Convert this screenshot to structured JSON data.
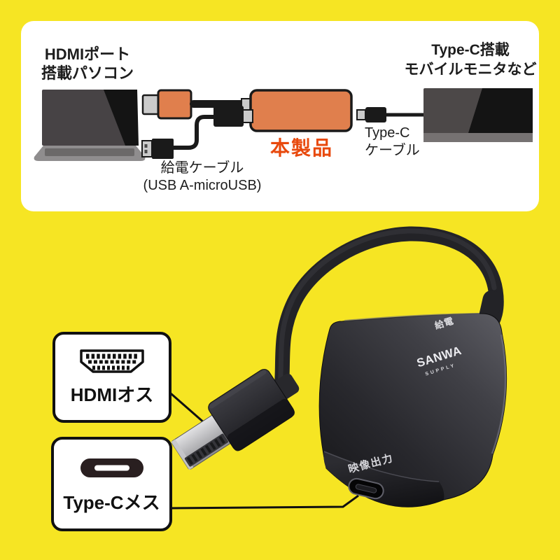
{
  "colors": {
    "background": "#F6E523",
    "panel": "#FFFFFF",
    "diagram_orange": "#E07F4D",
    "product_label_red": "#E8490D",
    "outline_black": "#1A1A1A"
  },
  "diagram": {
    "pc_label_line1": "HDMIポート",
    "pc_label_line2": "搭載パソコン",
    "monitor_label_line1": "Type-C搭載",
    "monitor_label_line2": "モバイルモニタなど",
    "power_cable_label_line1": "給電ケーブル",
    "power_cable_label_line2": "(USB A-microUSB)",
    "product_label": "本製品",
    "typec_cable_label_line1": "Type-C",
    "typec_cable_label_line2": "ケーブル"
  },
  "photo": {
    "top_label": "給電",
    "brand_line1": "SANWA",
    "brand_line2": "SUPPLY",
    "output_label": "映像出力"
  },
  "callouts": {
    "hdmi": {
      "icon": "hdmi-plug-icon",
      "label": "HDMIオス"
    },
    "typec": {
      "icon": "usb-c-port-icon",
      "label": "Type-Cメス"
    }
  }
}
